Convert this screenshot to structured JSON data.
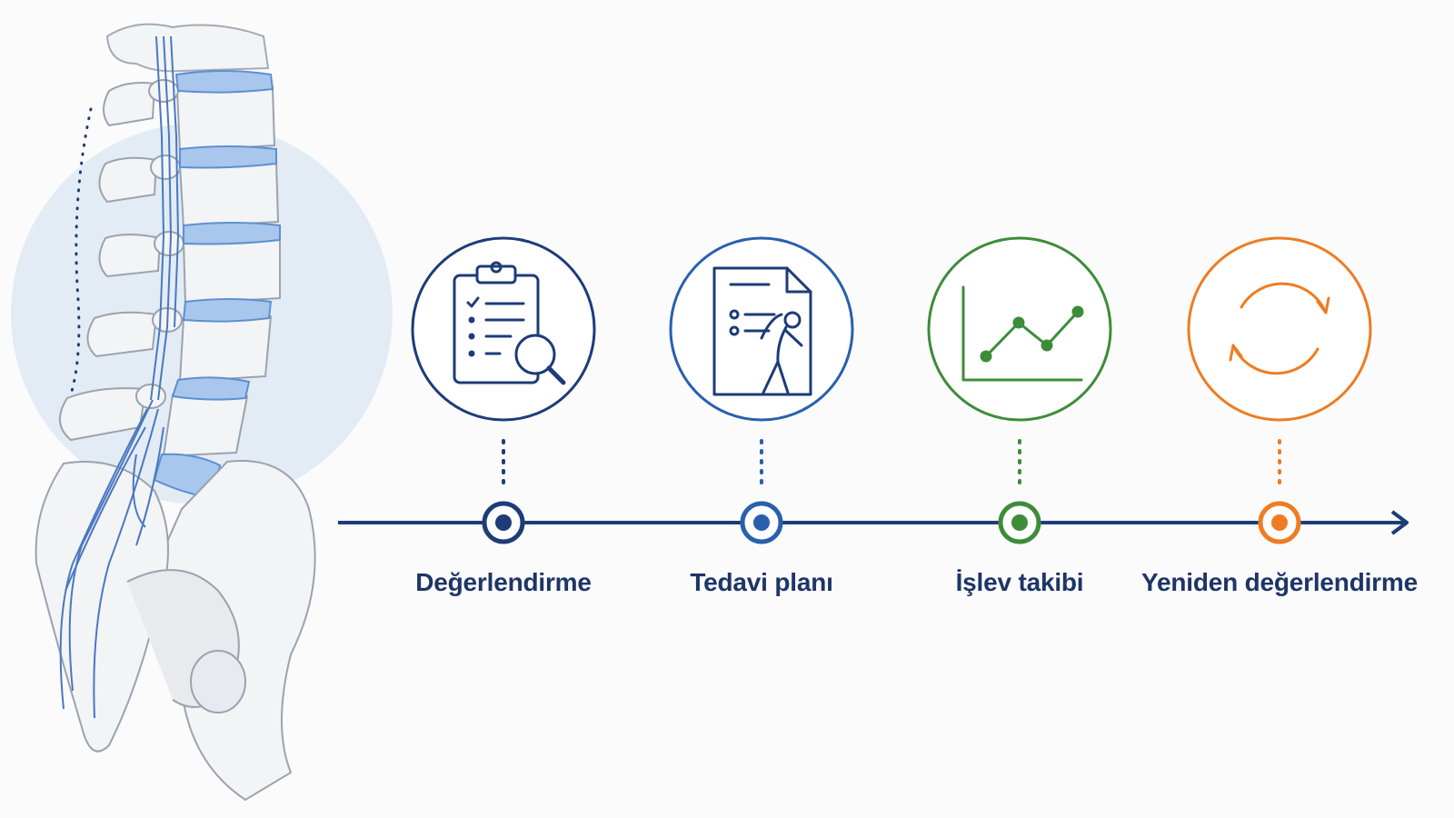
{
  "colors": {
    "timeline": "#1d3c78",
    "label": "#1d3566",
    "bone_fill": "#f3f4f6",
    "bone_stroke": "#9aa3ae",
    "disc": "#a9c6ec",
    "nerve": "#4a78c0",
    "backdrop": "#e3ecf5"
  },
  "steps": [
    {
      "label": "Değerlendirme",
      "icon": "clipboard-magnifier-icon",
      "color": "#1d3c78"
    },
    {
      "label": "Tedavi planı",
      "icon": "exercise-document-icon",
      "color": "#2860ae"
    },
    {
      "label": "İşlev takibi",
      "icon": "line-chart-icon",
      "color": "#3d8c3a"
    },
    {
      "label": "Yeniden değerlendirme",
      "icon": "cycle-arrows-icon",
      "color": "#ee7c22"
    }
  ]
}
